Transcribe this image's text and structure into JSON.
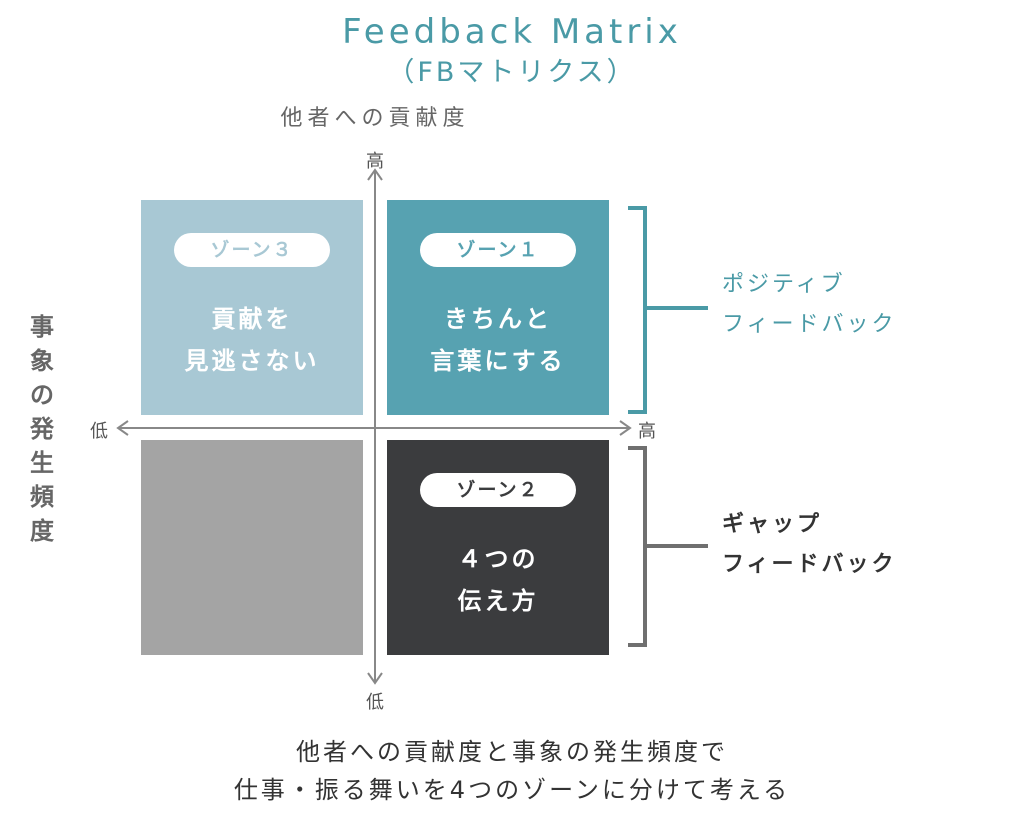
{
  "header": {
    "title": "Feedback Matrix",
    "subtitle": "（FBマトリクス）"
  },
  "axes": {
    "y_title": "他者への貢献度",
    "x_title_chars": [
      "事",
      "象",
      "の",
      "発",
      "生",
      "頻",
      "度"
    ],
    "y_high": "高",
    "y_low": "低",
    "x_low": "低",
    "x_high": "高"
  },
  "zones": {
    "zone3": {
      "badge": "ゾーン３",
      "line1": "貢献を",
      "line2": "見逃さない"
    },
    "zone1": {
      "badge": "ゾーン１",
      "line1": "きちんと",
      "line2": "言葉にする"
    },
    "zone2": {
      "badge": "ゾーン２",
      "line1": "４つの",
      "line2": "伝え方"
    }
  },
  "brackets": {
    "positive": {
      "line1": "ポジティブ",
      "line2": "フィードバック",
      "color": "#4a9aa6"
    },
    "gap": {
      "line1": "ギャップ",
      "line2": "フィードバック",
      "color": "#333333"
    }
  },
  "caption": {
    "line1": "他者への貢献度と事象の発生頻度で",
    "line2": "仕事・振る舞いを4つのゾーンに分けて考える"
  },
  "colors": {
    "zone3": "#a8c8d4",
    "zone1": "#57a2b1",
    "zone4": "#a4a4a4",
    "zone2": "#3b3c3e",
    "accent": "#4a9aa6"
  }
}
